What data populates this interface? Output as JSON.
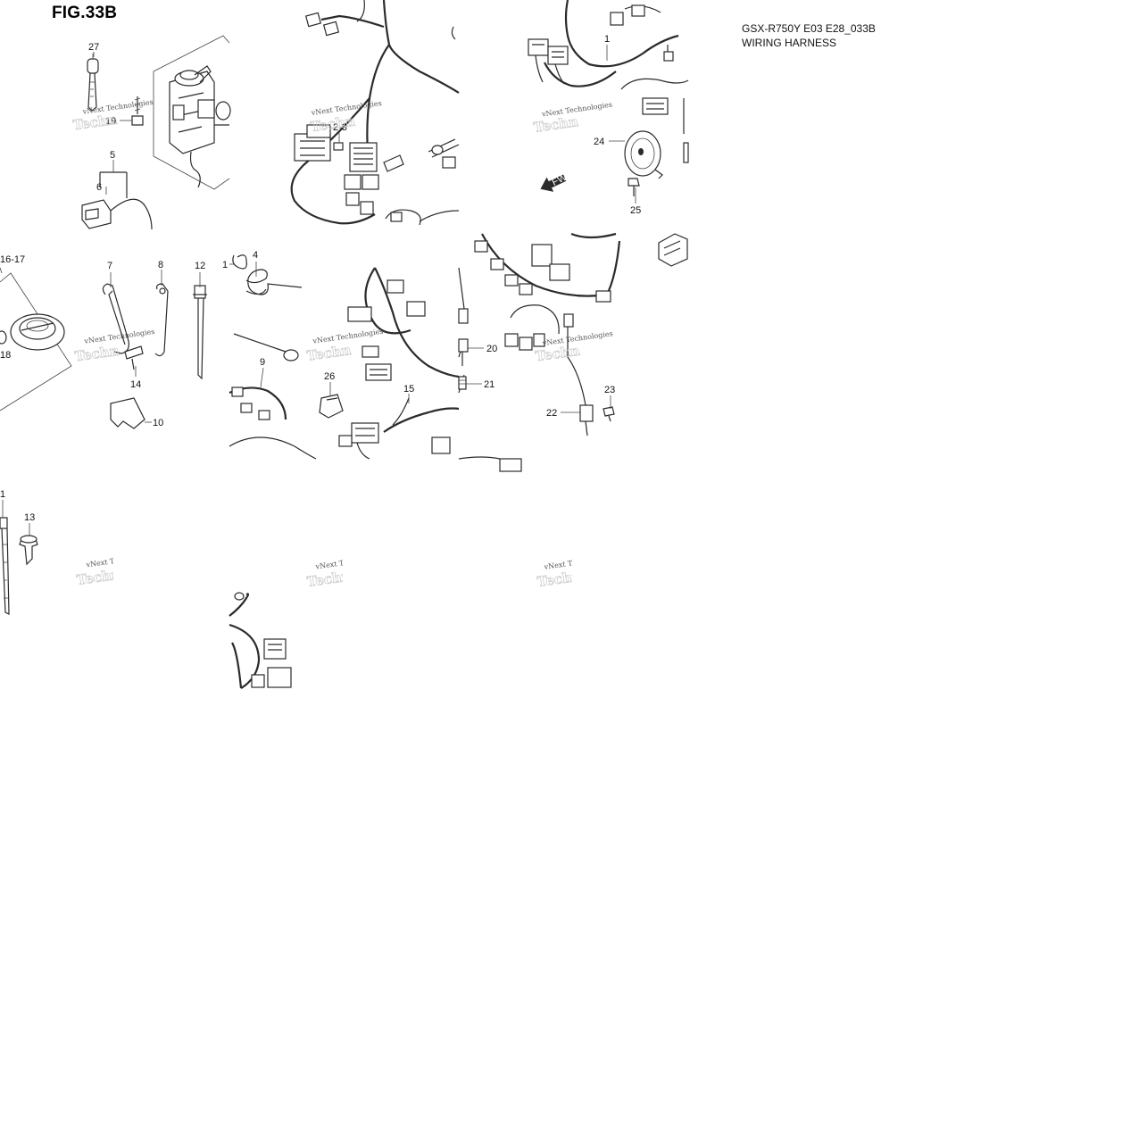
{
  "figure": {
    "title": "FIG.33B",
    "model_code": "GSX-R750Y E03 E28_033B",
    "section_name": "WIRING HARNESS"
  },
  "watermark": {
    "line1": "vNext Technologies",
    "line2": "Techn"
  },
  "fwd_arrow_label": "FWD",
  "callouts": [
    "27",
    "19",
    "5",
    "6",
    "2-3",
    "1",
    "24",
    "25",
    "16-17",
    "18",
    "7",
    "8",
    "12",
    "14",
    "10",
    "1",
    "4",
    "9",
    "26",
    "15",
    "20",
    "21",
    "22",
    "23",
    "1",
    "13"
  ]
}
